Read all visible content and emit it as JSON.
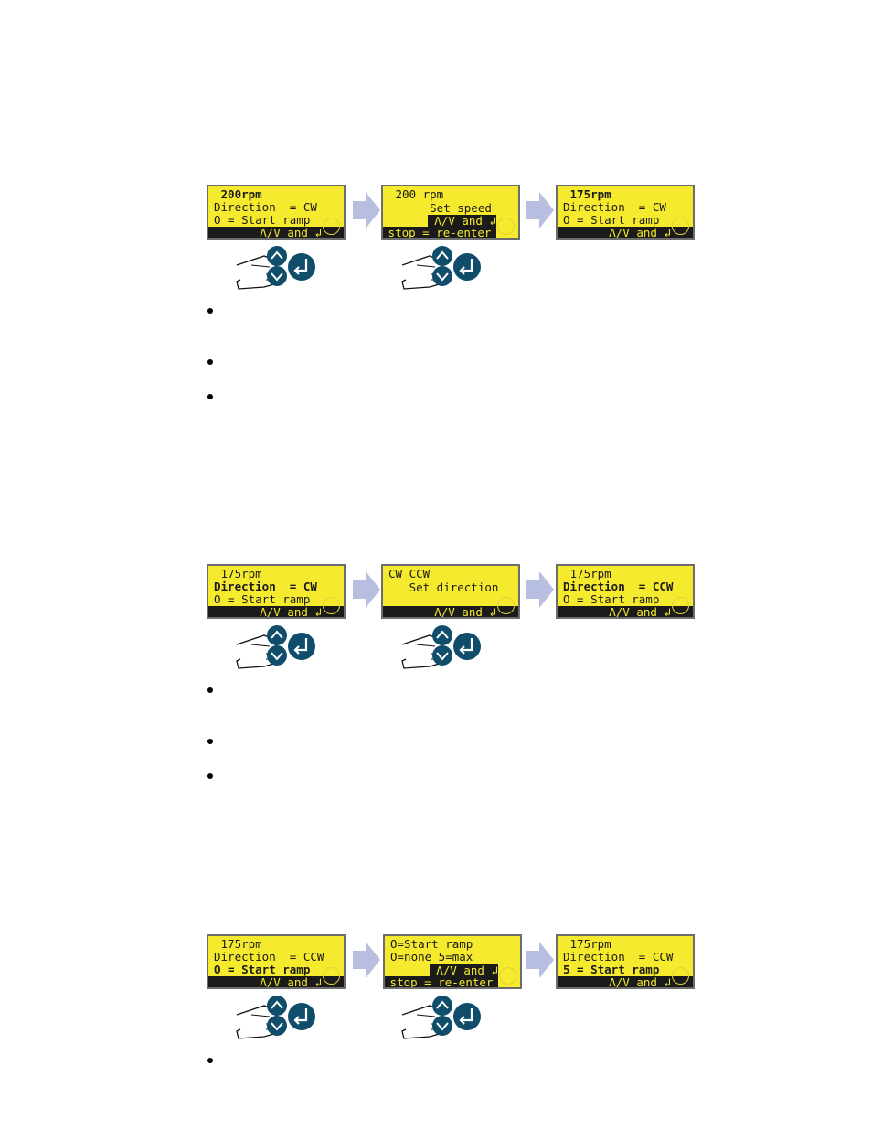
{
  "groups": [
    {
      "screens": [
        {
          "lines": [
            " 200rpm",
            "Direction  = CW",
            "O = Start ramp"
          ],
          "bold": [
            0
          ],
          "inv": [
            " Λ/V and ↲"
          ]
        },
        {
          "lines": [
            " 200 rpm",
            "      Set speed"
          ],
          "bold": [],
          "inv": [
            " Λ/V and ↲",
            "stop = re-enter"
          ]
        },
        {
          "lines": [
            " 175rpm",
            "Direction  = CW",
            "O = Start ramp"
          ],
          "bold": [
            0
          ],
          "inv": [
            " Λ/V and ↲"
          ]
        }
      ]
    },
    {
      "screens": [
        {
          "lines": [
            " 175rpm",
            "Direction  = CW",
            "O = Start ramp"
          ],
          "bold": [
            1
          ],
          "inv": [
            " Λ/V and ↲"
          ]
        },
        {
          "lines": [
            "CW CCW",
            "   Set direction"
          ],
          "bold": [],
          "inv": [
            " Λ/V and ↲"
          ]
        },
        {
          "lines": [
            " 175rpm",
            "Direction  = CCW",
            "O = Start ramp"
          ],
          "bold": [
            1
          ],
          "inv": [
            " Λ/V and ↲"
          ]
        }
      ]
    },
    {
      "screens": [
        {
          "lines": [
            " 175rpm",
            "Direction  = CCW",
            "O = Start ramp"
          ],
          "bold": [
            2
          ],
          "inv": [
            " Λ/V and ↲"
          ]
        },
        {
          "lines": [
            "O=Start ramp",
            "O=none 5=max"
          ],
          "bold": [],
          "inv": [
            " Λ/V and ↲",
            "stop = re-enter"
          ]
        },
        {
          "lines": [
            " 175rpm",
            "Direction  = CCW",
            "5 = Start ramp"
          ],
          "bold": [
            2
          ],
          "inv": [
            " Λ/V and ↲"
          ]
        }
      ]
    }
  ],
  "colors": {
    "lcd_bg": "#f5ea2e",
    "arrow": "#b8bedf",
    "key": "#0f4d6b"
  },
  "icons": [
    "right-arrow-icon",
    "pointing-hand-icon",
    "up-key-icon",
    "down-key-icon",
    "enter-key-icon"
  ]
}
